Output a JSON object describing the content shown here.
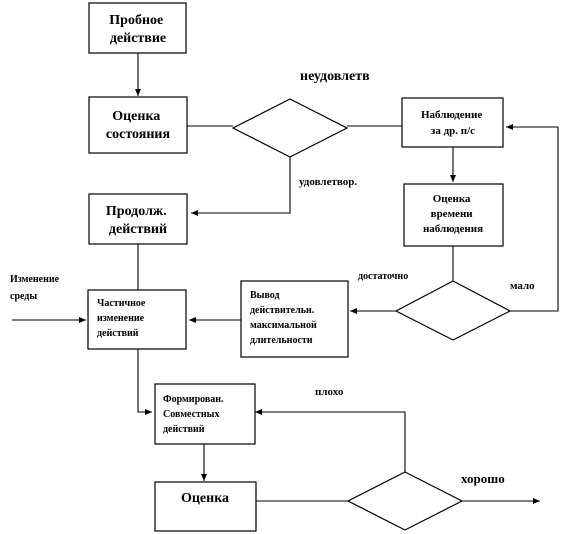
{
  "boxes": {
    "trial_action": [
      "Пробное",
      "действие"
    ],
    "state_assessment": [
      "Оценка",
      "состояния"
    ],
    "observation": [
      "Наблюдение",
      "за др. п/с"
    ],
    "continue_actions": [
      "Продолж.",
      "действий"
    ],
    "observation_time": [
      "Оценка",
      "времени",
      "наблюдения"
    ],
    "partial_change": [
      "Частичное",
      "изменение",
      "действий"
    ],
    "conclusion": [
      "Вывод",
      "действительн.",
      "максимальной",
      "длительности"
    ],
    "joint_actions": [
      "Формирован.",
      "Совместных",
      "действий"
    ],
    "final_assessment": [
      "Оценка"
    ]
  },
  "labels": {
    "unsatisfactory": "неудовлетв",
    "satisfactory": "удовлетвор.",
    "environment_change": [
      "Изменение",
      "среды"
    ],
    "enough": "достаточно",
    "little": "мало",
    "bad": "плохо",
    "good": "хорошо"
  }
}
